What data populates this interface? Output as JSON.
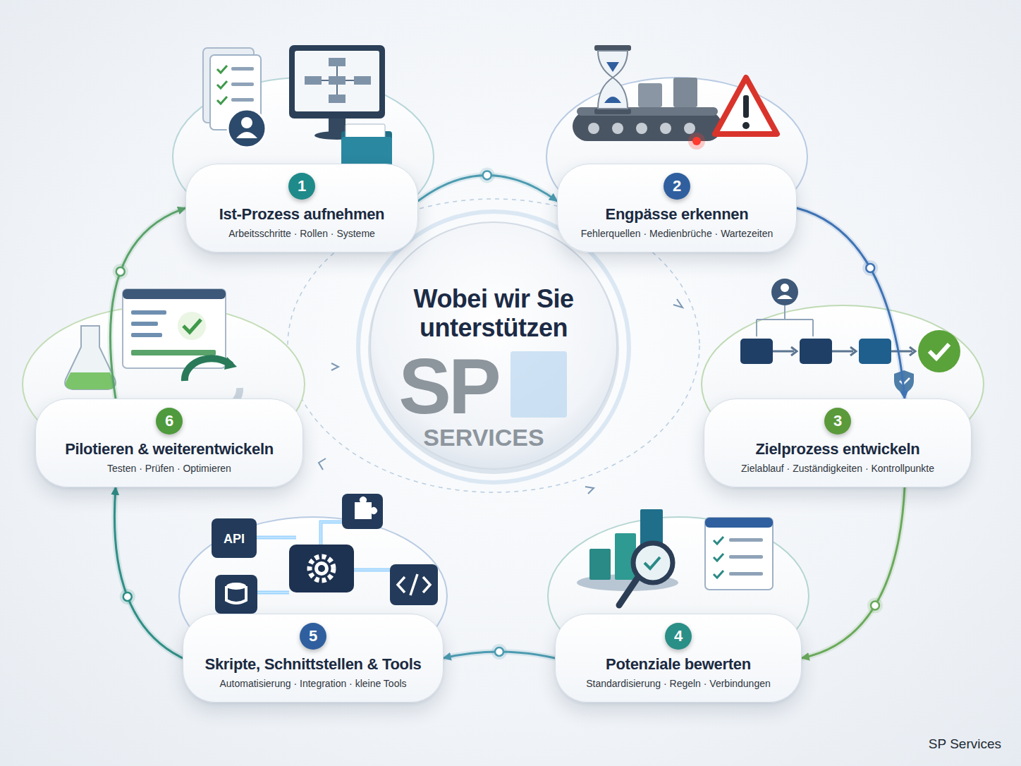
{
  "diagram": {
    "caption": "SP Services",
    "nodes": [
      {
        "text": [
          "1",
          "Ist-Prozess aufnehmen",
          "Arbeitsschritte · Rollen · Systeme"
        ]
      },
      {
        "text": [
          "2",
          "Engpässe erkennen",
          "Fehlerquellen · Medienbrüche · Wartezeiten"
        ]
      },
      {
        "text": [
          "3",
          "Zielprozess entwickeln",
          "Zielablauf · Zuständigkeiten · Kontrollpunkte"
        ]
      },
      {
        "text": [
          "4",
          "Potenziale bewerten",
          "Standardisierung · Regeln · Verbindungen"
        ]
      },
      {
        "text": [
          "5",
          "Skripte, Schnittstellen & Tools",
          "Automatisierung · Integration · kleine Tools"
        ]
      },
      {
        "text": [
          "6",
          "Pilotieren & weiterentwickeln",
          "Testen · Prüfen · Optimieren"
        ]
      },
      {
        "text": [
          "Wobei wir Sie unterstützen"
        ]
      }
    ],
    "edges": [
      {
        "from": 0,
        "to": 1,
        "arrow": "to"
      },
      {
        "from": 1,
        "to": 2,
        "arrow": "to"
      },
      {
        "from": 2,
        "to": 3,
        "arrow": "to"
      },
      {
        "from": 3,
        "to": 4,
        "arrow": "to"
      },
      {
        "from": 4,
        "to": 5,
        "arrow": "to"
      },
      {
        "from": 5,
        "to": 0,
        "arrow": "to"
      }
    ],
    "labels": [
      "SP",
      "SERVICES",
      "API"
    ]
  }
}
